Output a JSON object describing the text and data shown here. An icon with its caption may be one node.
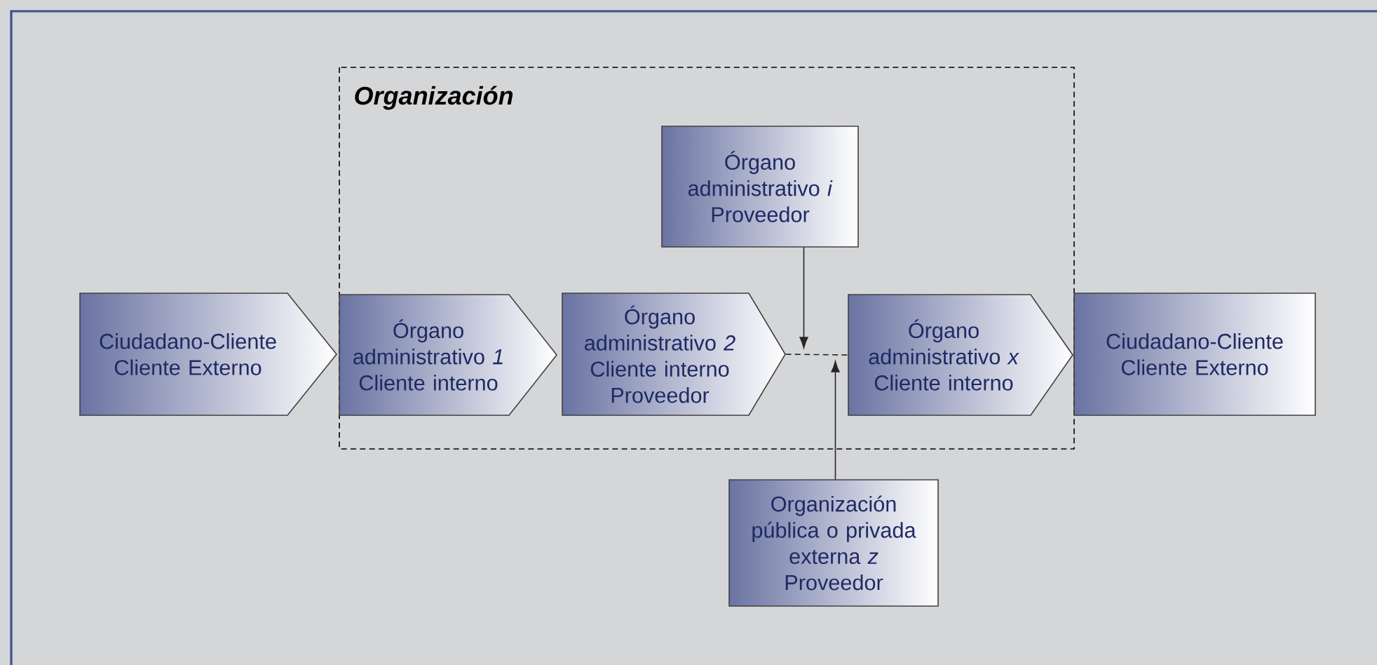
{
  "diagram": {
    "nodes": [
      {
        "text": [
          "Organización"
        ]
      },
      {
        "text": [
          "Ciudadano-Cliente",
          "Cliente Externo"
        ]
      },
      {
        "text": [
          "Órgano administrativo *1*",
          "Cliente interno"
        ],
        "in": 0
      },
      {
        "text": [
          "Órgano administrativo *2*",
          "Cliente interno",
          "Proveedor"
        ],
        "in": 0
      },
      {
        "text": [
          "Órgano administrativo *i*",
          "Proveedor"
        ],
        "in": 0
      },
      {
        "text": [
          "Órgano administrativo *x*",
          "Cliente interno"
        ],
        "in": 0
      },
      {
        "text": [
          "Ciudadano-Cliente",
          "Cliente Externo"
        ]
      },
      {
        "text": [
          "Organización pública o privada externa *z*",
          "Proveedor"
        ]
      }
    ],
    "edges": [
      {
        "from": 3,
        "to": 5,
        "arrow": "none",
        "style": "dashed"
      },
      {
        "from": 4,
        "to": 3,
        "arrow": "to"
      },
      {
        "from": 7,
        "to": 5,
        "arrow": "to"
      }
    ]
  }
}
